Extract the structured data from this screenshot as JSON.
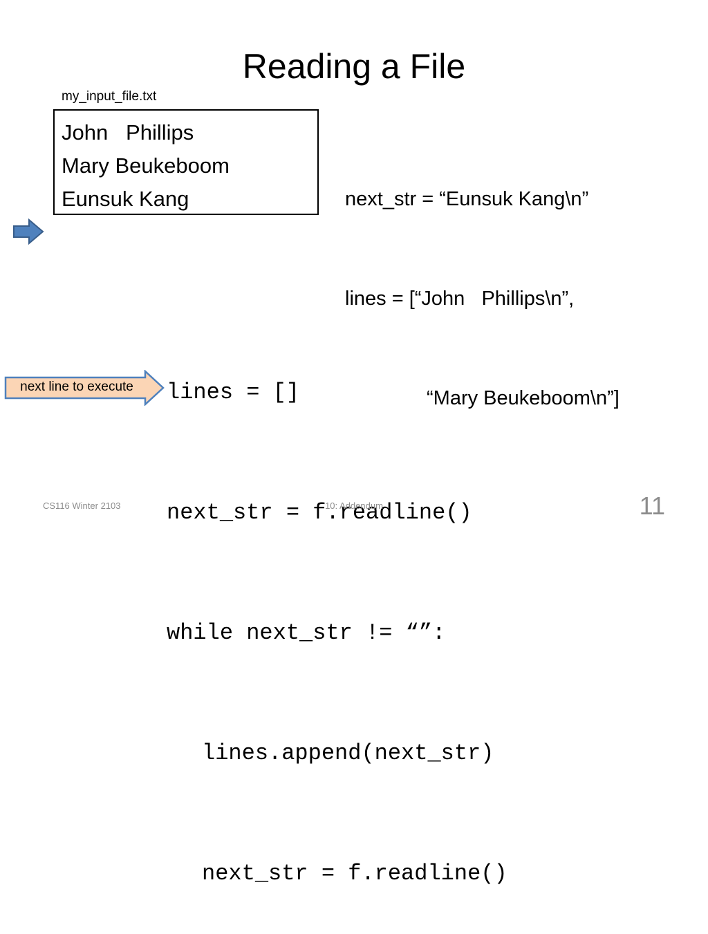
{
  "slide": {
    "title": "Reading a File"
  },
  "file": {
    "name": "my_input_file.txt",
    "lines": [
      "John   Phillips",
      "Mary Beukeboom",
      "Eunsuk Kang"
    ]
  },
  "state": {
    "next_str": "next_str = “Eunsuk Kang\\n”",
    "lines_first": "lines = [“John   Phillips\\n”,",
    "lines_second": "“Mary Beukeboom\\n”]"
  },
  "code": {
    "lines": [
      "lines = []",
      "next_str = f.readline()",
      "while next_str != “”:",
      "lines.append(next_str)",
      "next_str = f.readline()"
    ]
  },
  "pointer": {
    "label": "next line to execute"
  },
  "colors": {
    "file_arrow_fill": "#4f81bd",
    "file_arrow_stroke": "#385d8a",
    "label_arrow_fill": "#fbd5b5",
    "label_arrow_stroke": "#4f81bd",
    "footer_text": "#8c8c8c"
  },
  "icons": {
    "file_pointer": "right-arrow-icon",
    "exec_pointer": "callout-arrow-icon"
  },
  "footer": {
    "course": "CS116 Winter 2103",
    "topic": "10: Addendum",
    "slide_number": "11"
  }
}
